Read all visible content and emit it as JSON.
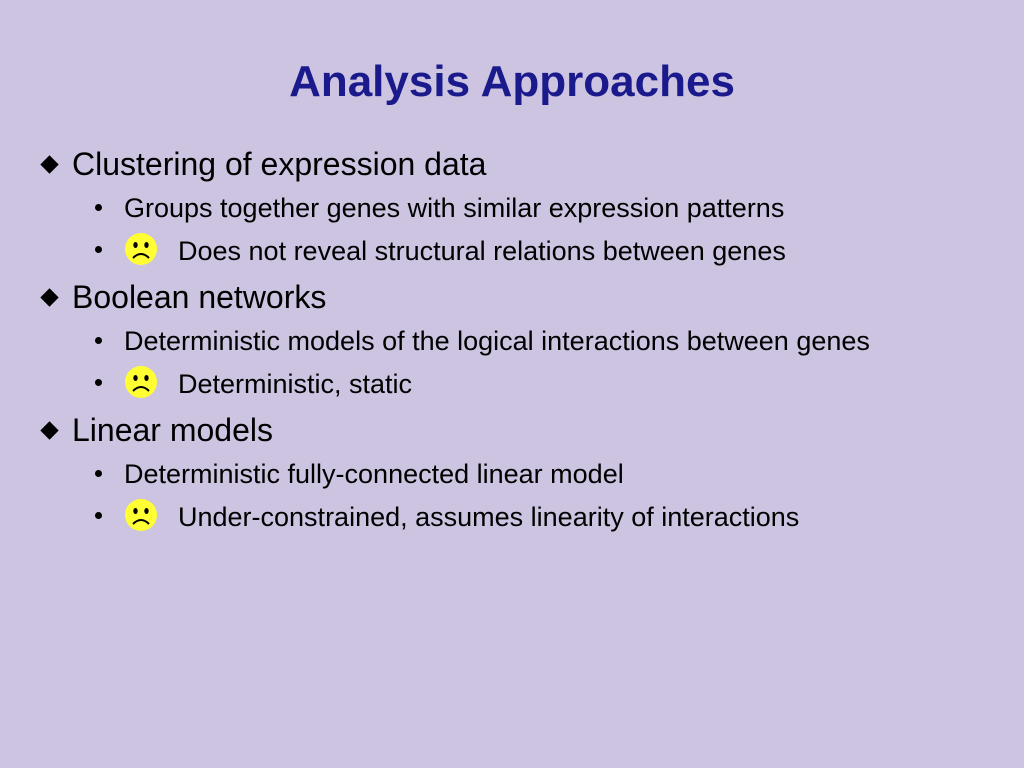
{
  "slide": {
    "title": "Analysis Approaches",
    "colors": {
      "background": "#ccc4e0",
      "title": "#1a1a8c",
      "smiley": "#ffff33"
    },
    "sections": [
      {
        "heading": "Clustering of expression data",
        "items": [
          {
            "text": "Groups together genes with similar expression patterns",
            "icon": ""
          },
          {
            "text": "Does not reveal structural relations between genes",
            "icon": "sad-face-icon"
          }
        ]
      },
      {
        "heading": "Boolean networks",
        "items": [
          {
            "text": "Deterministic models of the logical interactions between genes",
            "icon": ""
          },
          {
            "text": "Deterministic, static",
            "icon": "sad-face-icon"
          }
        ]
      },
      {
        "heading": "Linear models",
        "items": [
          {
            "text": "Deterministic fully-connected linear model",
            "icon": ""
          },
          {
            "text": "Under-constrained, assumes linearity of interactions",
            "icon": "sad-face-icon"
          }
        ]
      }
    ]
  }
}
